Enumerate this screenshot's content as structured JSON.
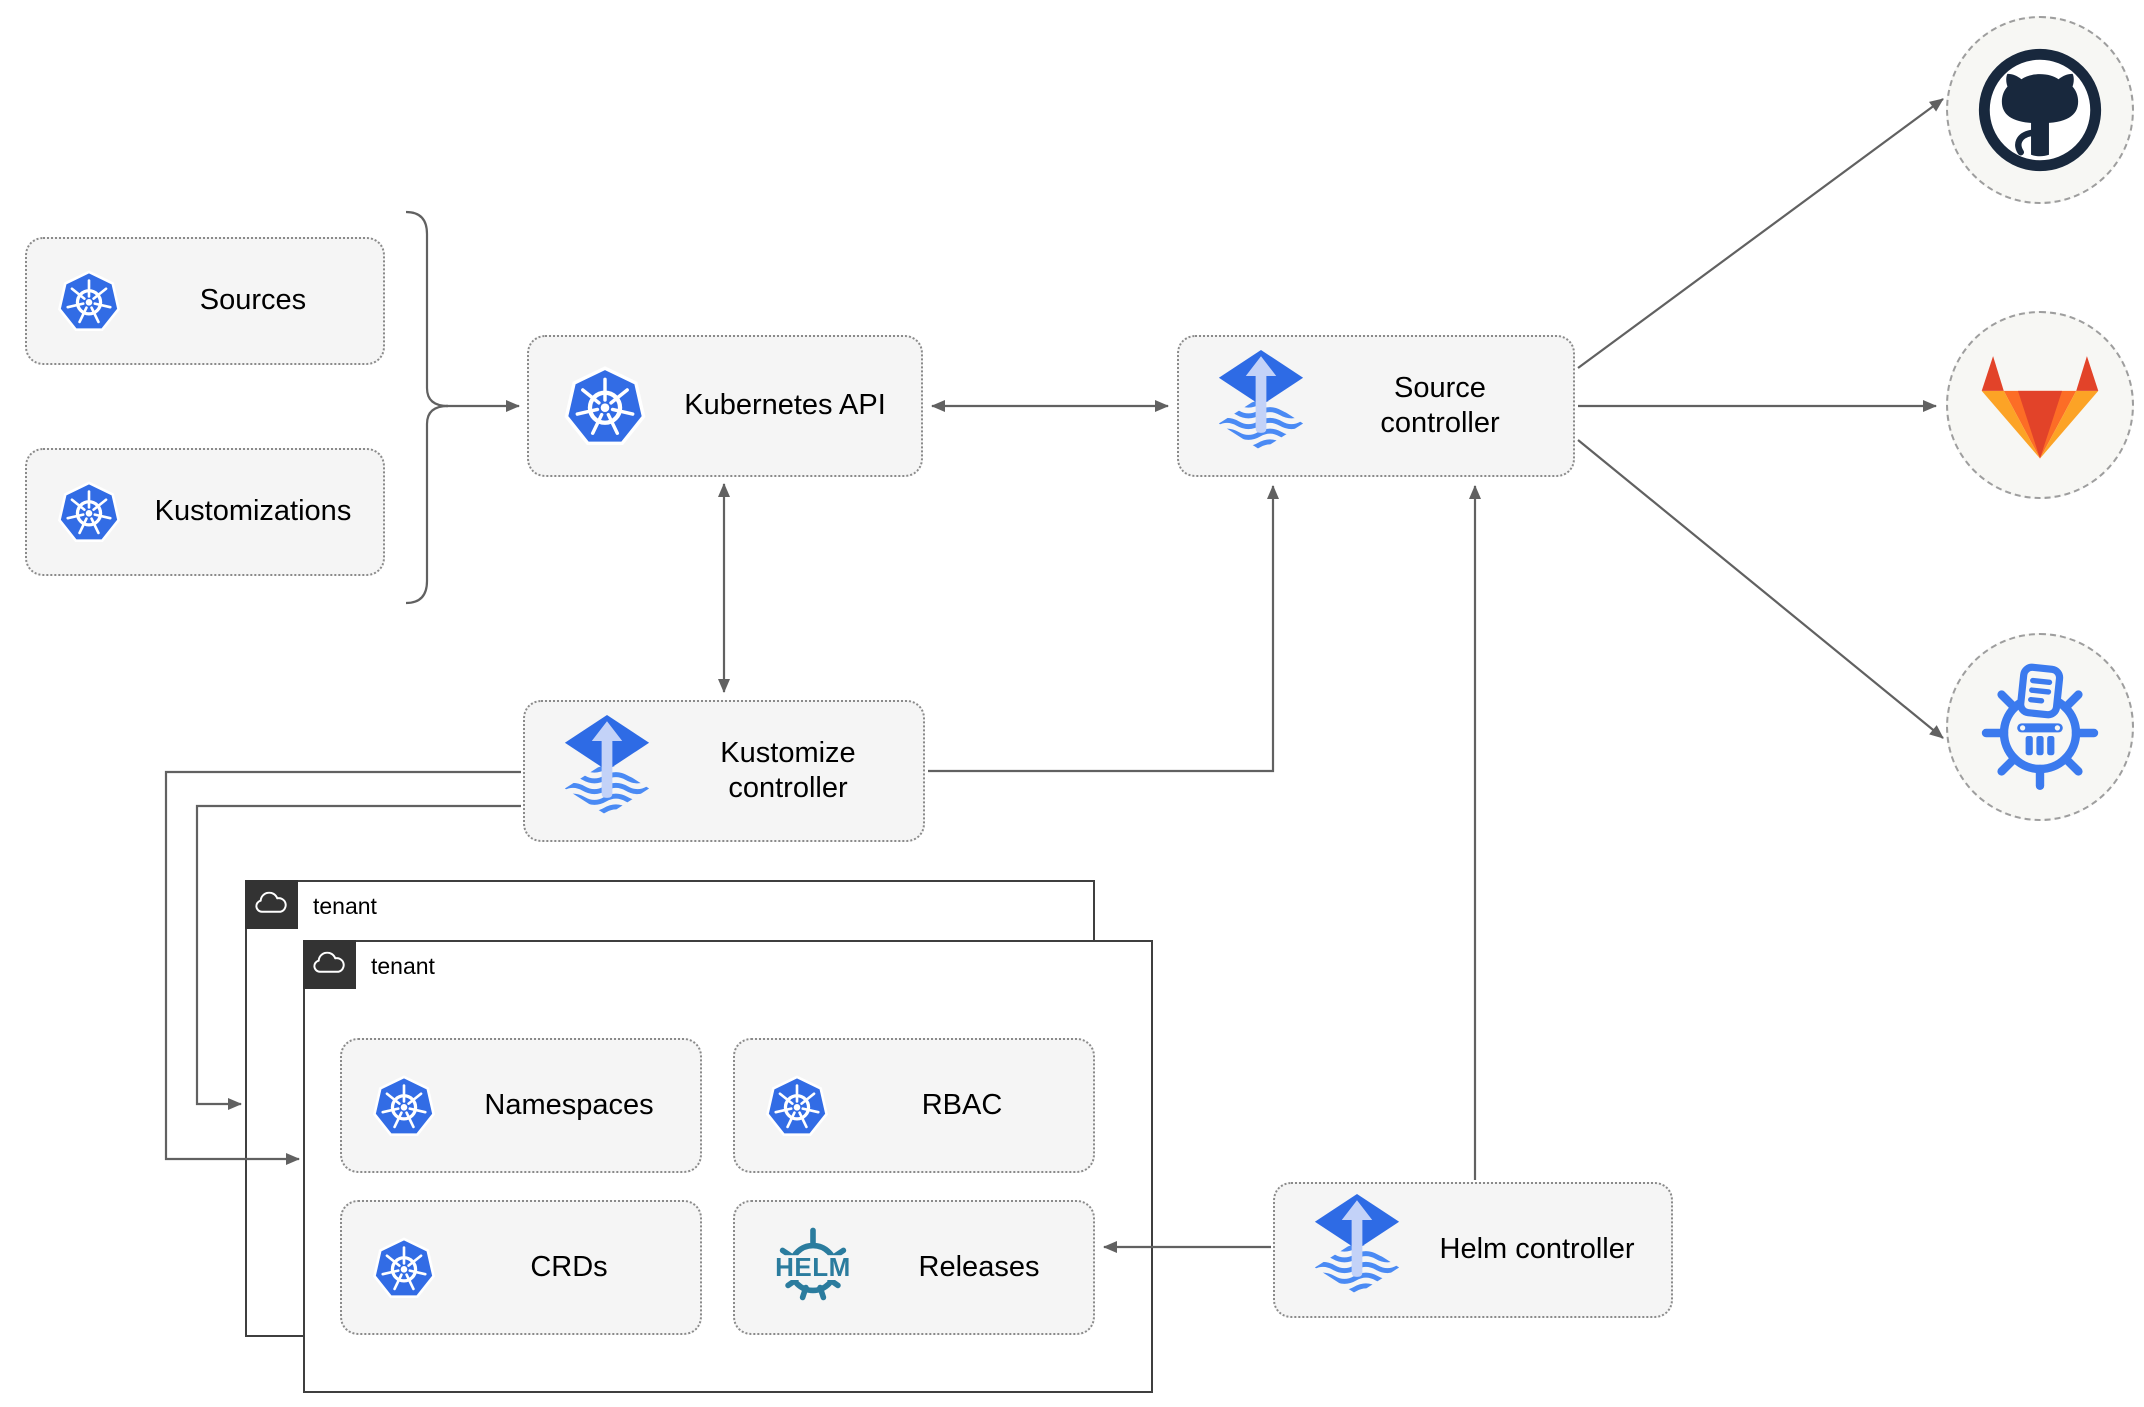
{
  "nodes": {
    "sources": {
      "label": "Sources"
    },
    "kustomizations": {
      "label": "Kustomizations"
    },
    "kubernetes_api": {
      "label": "Kubernetes API"
    },
    "source_controller": {
      "label": "Source controller"
    },
    "kustomize_controller": {
      "label": "Kustomize controller"
    },
    "helm_controller": {
      "label": "Helm controller"
    },
    "tenant_back": {
      "label": "tenant"
    },
    "tenant_front": {
      "label": "tenant"
    },
    "namespaces": {
      "label": "Namespaces"
    },
    "rbac": {
      "label": "RBAC"
    },
    "crds": {
      "label": "CRDs"
    },
    "releases": {
      "label": "Releases"
    }
  },
  "icons": {
    "helm_text": "HELM",
    "kubernetes": "kubernetes-logo",
    "flux": "flux-logo",
    "helm": "helm-wheel-logo",
    "github": "github-logo",
    "gitlab": "gitlab-logo",
    "registry": "container-registry-logo",
    "cloud": "cloud-icon"
  },
  "colors": {
    "kubernetes_blue": "#326CE5",
    "flux_blue": "#2E6BE5",
    "flux_arrow_light": "#C3D2F8",
    "flux_wave_blue": "#4A8AF4",
    "helm_teal": "#2B7C9E",
    "github_dark": "#18283D",
    "gitlab_red_orange": "#E24329",
    "gitlab_orange": "#FC6D26",
    "gitlab_amber": "#FCA326",
    "registry_blue": "#3B7AEE",
    "connector_gray": "#616161",
    "node_fill": "#F5F5F5",
    "node_border": "#8A8A8A",
    "circle_fill": "#F7F7F4",
    "circle_border": "#9E9E9E",
    "tenant_border": "#3F3F3F",
    "tenant_badge_bg": "#333333",
    "text": "#000000"
  }
}
